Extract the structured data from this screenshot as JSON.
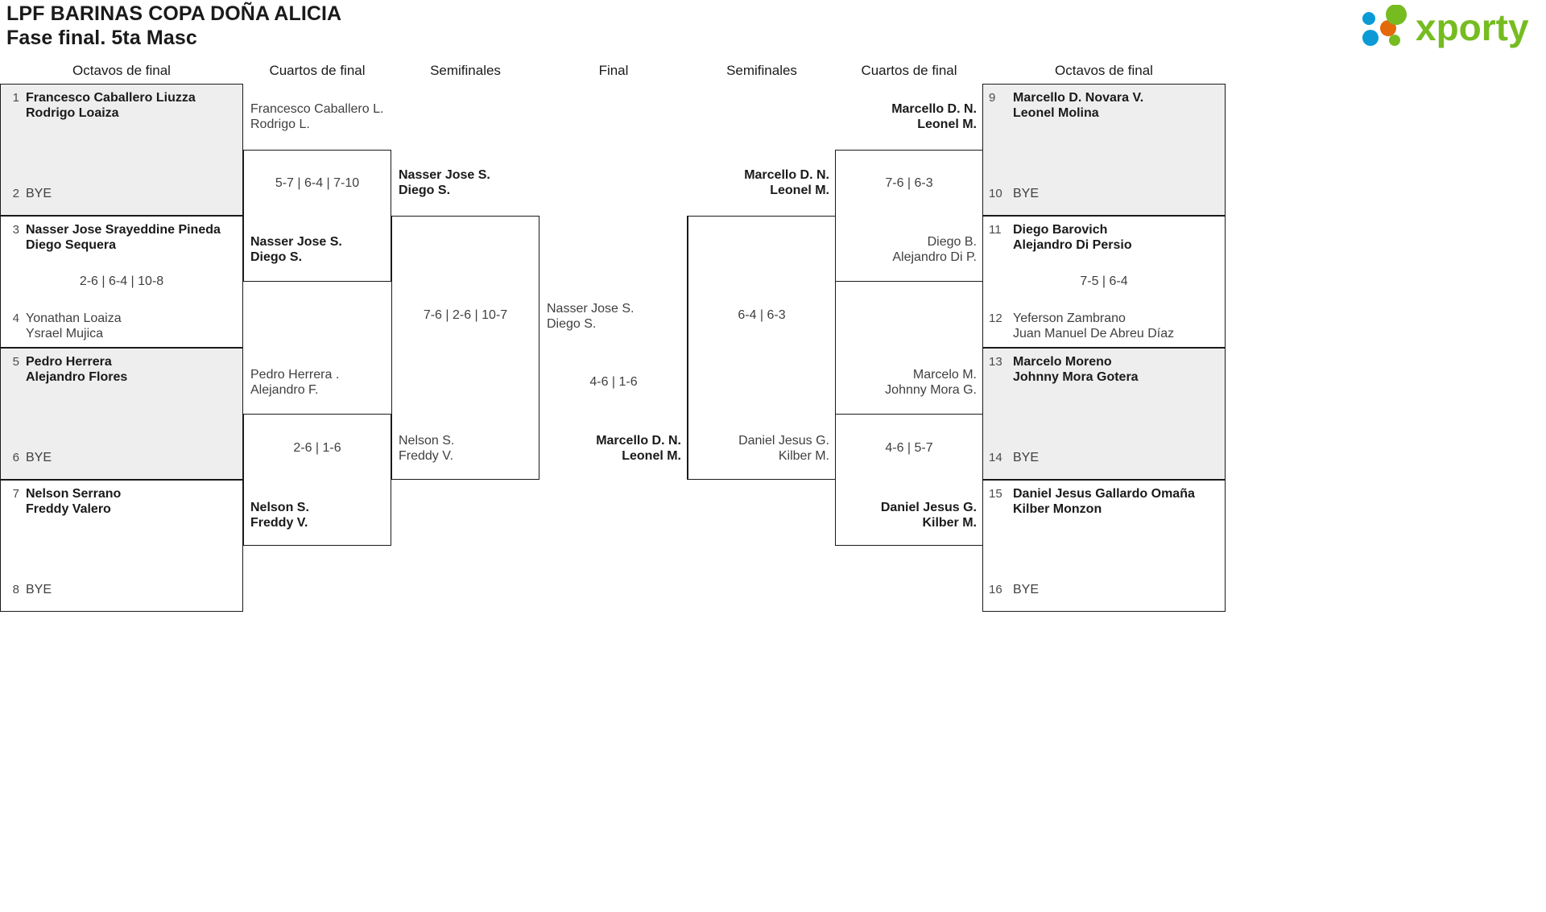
{
  "header": {
    "title_line1": "LPF BARINAS COPA DOÑA ALICIA",
    "title_line2": "Fase final. 5ta Masc",
    "logo_text": "xporty",
    "logo_colors": {
      "green": "#76bc21",
      "blue": "#0b9ad6",
      "orange": "#e3690b"
    }
  },
  "round_headers": {
    "left_octavos": "Octavos de final",
    "left_cuartos": "Cuartos de final",
    "left_semis": "Semifinales",
    "final": "Final",
    "right_semis": "Semifinales",
    "right_cuartos": "Cuartos de final",
    "right_octavos": "Octavos de final"
  },
  "left_octavos": [
    {
      "seed": "1",
      "line1": "Francesco Caballero Liuzza",
      "line2": "Rodrigo Loaiza",
      "state": "win",
      "bye": false
    },
    {
      "seed": "2",
      "line1": "BYE",
      "line2": "",
      "state": "bye",
      "bye": true
    },
    {
      "seed": "3",
      "line1": "Nasser Jose Srayeddine Pineda",
      "line2": "Diego Sequera",
      "state": "win",
      "bye": false
    },
    {
      "seed": "4",
      "line1": "Yonathan Loaiza",
      "line2": "Ysrael Mujica",
      "state": "lose",
      "bye": false
    },
    {
      "seed": "5",
      "line1": "Pedro Herrera",
      "line2": "Alejandro Flores",
      "state": "win",
      "bye": false
    },
    {
      "seed": "6",
      "line1": "BYE",
      "line2": "",
      "state": "bye",
      "bye": true
    },
    {
      "seed": "7",
      "line1": "Nelson Serrano",
      "line2": "Freddy Valero",
      "state": "win",
      "bye": false
    },
    {
      "seed": "8",
      "line1": "BYE",
      "line2": "",
      "state": "bye",
      "bye": true
    }
  ],
  "right_octavos": [
    {
      "seed": "9",
      "line1": "Marcello D. Novara V.",
      "line2": "Leonel Molina",
      "state": "win",
      "bye": false
    },
    {
      "seed": "10",
      "line1": "BYE",
      "line2": "",
      "state": "bye",
      "bye": true
    },
    {
      "seed": "11",
      "line1": "Diego Barovich",
      "line2": "Alejandro Di Persio",
      "state": "win",
      "bye": false
    },
    {
      "seed": "12",
      "line1": "Yeferson Zambrano",
      "line2": "Juan Manuel De Abreu Díaz",
      "state": "lose",
      "bye": false
    },
    {
      "seed": "13",
      "line1": "Marcelo Moreno",
      "line2": "Johnny Mora Gotera",
      "state": "win",
      "bye": false
    },
    {
      "seed": "14",
      "line1": "BYE",
      "line2": "",
      "state": "bye",
      "bye": true
    },
    {
      "seed": "15",
      "line1": "Daniel Jesus Gallardo Omaña",
      "line2": "Kilber Monzon",
      "state": "win",
      "bye": false
    },
    {
      "seed": "16",
      "line1": "BYE",
      "line2": "",
      "state": "bye",
      "bye": true
    }
  ],
  "left_cuartos": {
    "m1_top": {
      "line1": "Francesco Caballero L.",
      "line2": "Rodrigo L.",
      "state": "lose"
    },
    "m1_score": "5-7 | 6-4 | 7-10",
    "m1_bottom": {
      "line1": "Nasser Jose S.",
      "line2": "Diego S.",
      "state": "win"
    },
    "m2_top": {
      "line1": "Pedro Herrera .",
      "line2": "Alejandro F.",
      "state": "lose"
    },
    "m2_score": "2-6 | 1-6",
    "m2_bottom": {
      "line1": "Nelson S.",
      "line2": "Freddy V.",
      "state": "win"
    }
  },
  "left_semis": {
    "top": {
      "line1": "Nasser Jose S.",
      "line2": "Diego S.",
      "state": "win"
    },
    "score": "7-6 | 2-6 | 10-7",
    "bottom": {
      "line1": "Nelson S.",
      "line2": "Freddy V.",
      "state": "lose"
    }
  },
  "final": {
    "top": {
      "line1": "Nasser Jose S.",
      "line2": "Diego S.",
      "state": "lose"
    },
    "score": "4-6 | 1-6",
    "bottom": {
      "line1": "Marcello D. N.",
      "line2": "Leonel M.",
      "state": "win"
    }
  },
  "right_semis": {
    "top": {
      "line1": "Marcello D. N.",
      "line2": "Leonel M.",
      "state": "win"
    },
    "score": "6-4 | 6-3",
    "bottom": {
      "line1": "Daniel Jesus G.",
      "line2": "Kilber M.",
      "state": "lose"
    }
  },
  "right_cuartos": {
    "m1_top": {
      "line1": "Marcello D. N.",
      "line2": "Leonel M.",
      "state": "win"
    },
    "m1_score": "7-6 | 6-3",
    "m1_bottom": {
      "line1": "Diego B.",
      "line2": "Alejandro Di P.",
      "state": "lose"
    },
    "m2_top": {
      "line1": "Marcelo M.",
      "line2": "Johnny Mora G.",
      "state": "lose"
    },
    "m2_score": "4-6 | 5-7",
    "m2_bottom": {
      "line1": "Daniel Jesus G.",
      "line2": "Kilber M.",
      "state": "win"
    }
  },
  "left_octavos_scores": {
    "m2": "2-6 | 6-4 | 10-8"
  },
  "right_octavos_scores": {
    "m2": "7-5 | 6-4"
  }
}
